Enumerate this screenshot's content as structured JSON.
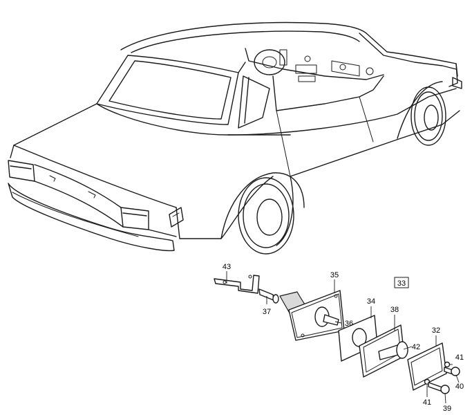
{
  "diagram": {
    "group_number": "33",
    "parts": [
      {
        "id": "43",
        "label": "43"
      },
      {
        "id": "37",
        "label": "37"
      },
      {
        "id": "35",
        "label": "35"
      },
      {
        "id": "36",
        "label": "36"
      },
      {
        "id": "34",
        "label": "34"
      },
      {
        "id": "38",
        "label": "38"
      },
      {
        "id": "42",
        "label": "42"
      },
      {
        "id": "32",
        "label": "32"
      },
      {
        "id": "41a",
        "label": "41"
      },
      {
        "id": "40",
        "label": "40"
      },
      {
        "id": "41b",
        "label": "41"
      },
      {
        "id": "39",
        "label": "39"
      }
    ]
  }
}
